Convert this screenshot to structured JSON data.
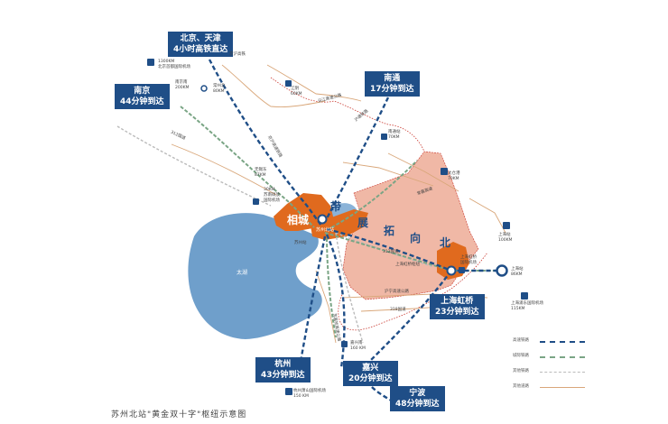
{
  "colors": {
    "navy": "#1f4e87",
    "lake": "#6f9fcb",
    "region_fill": "#f0b8a6",
    "core_orange": "#e06a1e",
    "boundary": "#c9382f",
    "rail_green": "#7aa585",
    "rail_gray": "#bbbbbb",
    "road_tan": "#d9a77a"
  },
  "boxes": {
    "beijing": {
      "line1": "北京、天津",
      "line2": "4小时高铁直达"
    },
    "nanjing": {
      "line1": "南京",
      "line2": "44分钟到达"
    },
    "nantong": {
      "line1": "南通",
      "line2": "17分钟到达"
    },
    "hongqiao": {
      "line1": "上海虹桥",
      "line2": "23分钟到达"
    },
    "hangzhou": {
      "line1": "杭州",
      "line2": "43分钟到达"
    },
    "jiaxing": {
      "line1": "嘉兴",
      "line2": "20分钟到达"
    },
    "ningbo": {
      "line1": "宁波",
      "line2": "48分钟到达"
    }
  },
  "map_text": {
    "xiangcheng": "相城",
    "dai": "带",
    "zhan": "展",
    "tuo": "拓",
    "xiang": "向",
    "bei": "北",
    "suzhou_north": "苏州北站",
    "suzhou_station": "苏州站",
    "taihu": "太湖",
    "road_312_left": "312国道",
    "road_312_mid": "312国道",
    "road_318": "318国道",
    "road_hurong": "沪宁高速公路",
    "road_humin": "沪苏浙高速",
    "road_huchang": "沪常高速公路",
    "road_sushao": "苏绍高速公路",
    "road_hangyong": "杭宁高速公路",
    "road_yanjiang": "沿江高速公路",
    "road_sujia": "苏嘉杭高速公路",
    "road_changjia": "常嘉高速",
    "road_jinghu": "京沪高速铁路",
    "road_huning_line": "沪宁城际铁路",
    "road_tongsu": "通苏嘉甬铁路",
    "road_nantong": "沪通铁路",
    "hongqiao_hub": "上海虹桥枢纽"
  },
  "poi": {
    "beijing_airport": {
      "line1": "1300KM",
      "line2": "北京首都国际机场"
    },
    "nanjing_south": {
      "line1": "南京南",
      "line2": "200KM"
    },
    "changzhou_north": {
      "line1": "常州北",
      "line2": "80KM"
    },
    "wuxi_east": {
      "line1": "无锡东",
      "line2": "87KM"
    },
    "wuxi_airport": {
      "line1": "苏南硕放",
      "line2": "国际机场"
    },
    "wuxi_airport_dist": "30KM",
    "jiangyin": {
      "line1": "江阴",
      "line2": "60KM"
    },
    "nantong_station": {
      "line1": "南通站",
      "line2": "70KM"
    },
    "taicang": {
      "line1": "太仓港",
      "line2": "70KM"
    },
    "shanghai_airport": {
      "line1": "上海站",
      "line2": "100KM"
    },
    "shanghai_station": {
      "line1": "上海站",
      "line2": "86KM"
    },
    "pudong_airport": {
      "line1": "上海浦东国际机场",
      "line2": "115KM"
    },
    "hongqiao_airport": {
      "line1": "上海虹桥",
      "line2": "国际机场"
    },
    "hangzhou_airport": {
      "line1": "杭州萧山国际机场",
      "line2": "150 KM"
    },
    "jiaxing_south": {
      "line1": "嘉兴南",
      "line2": "160 KM"
    },
    "beijing_label": "京沪高铁"
  },
  "legend": {
    "items": [
      {
        "label": "高速铁路",
        "style": "dash-navy"
      },
      {
        "label": "城际铁路",
        "style": "dash-green"
      },
      {
        "label": "其他铁路",
        "style": "dash-gray"
      },
      {
        "label": "其他道路",
        "style": "solid-tan"
      }
    ]
  },
  "caption": "苏州北站\"黄金双十字\"枢纽示意图"
}
